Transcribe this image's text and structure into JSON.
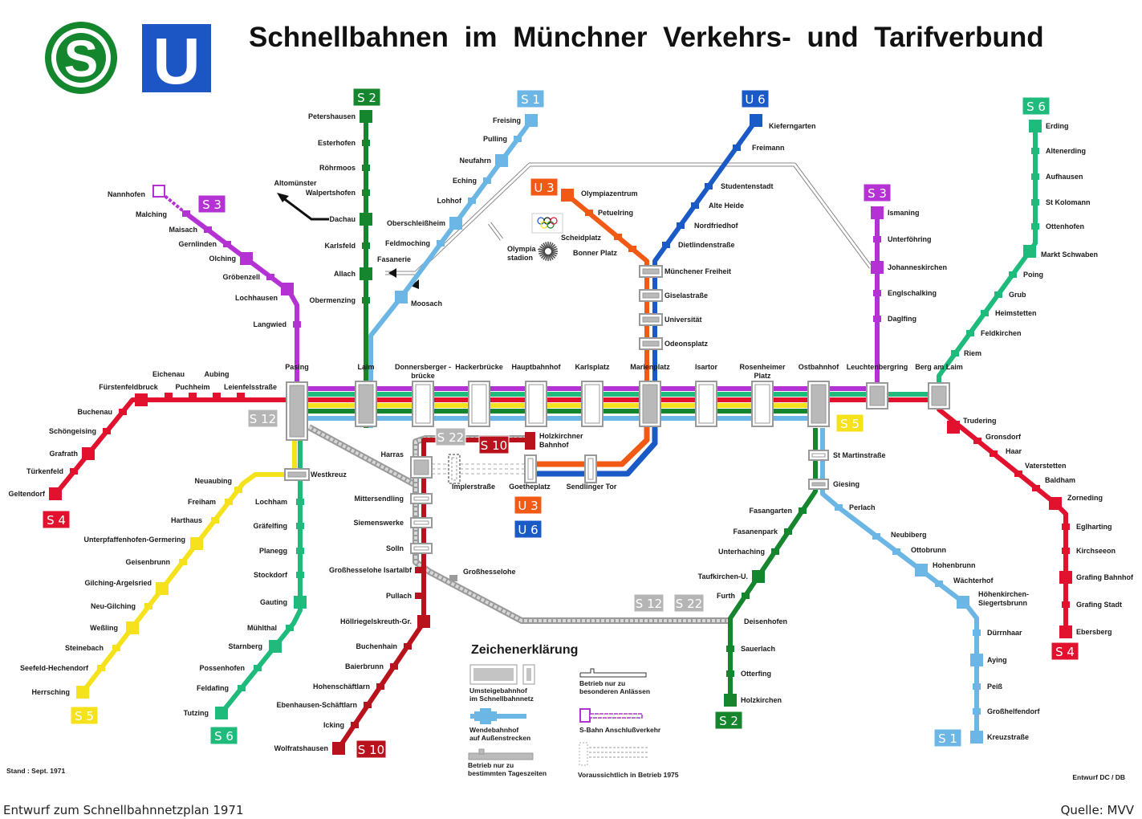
{
  "header": {
    "title": "Schnellbahnen  im  Münchner  Verkehrs- und  Tarifverbund",
    "s_logo": "S",
    "u_logo": "U"
  },
  "colors": {
    "S1": "#6bb6e4",
    "S2": "#15852e",
    "S3": "#b431d4",
    "S4": "#e2122f",
    "S5": "#f6e21c",
    "S6": "#1fbb7c",
    "U3": "#f05a14",
    "U6": "#1a5ac6",
    "S10": "#b8121d",
    "grey": "#a9a9a9"
  },
  "lines": {
    "S1": {
      "label": "S 1",
      "north": [
        "Freising",
        "Pulling",
        "Neufahrn",
        "Eching",
        "Lohhof",
        "Oberschleißheim",
        "Feldmoching",
        "Fasanerie",
        "Moosach"
      ],
      "south": [
        "Perlach",
        "Neubiberg",
        "Ottobrunn",
        "Hohenbrunn",
        "Wächterhof",
        [
          "Höhenkirchen-",
          "Siegertsbrunn"
        ],
        "Dürrnhaar",
        "Aying",
        "Peiß",
        "Großhelfendorf",
        "Kreuzstraße"
      ]
    },
    "S2": {
      "label": "S 2",
      "north": [
        "Petershausen",
        "Esterhofen",
        "Röhrmoos",
        "Walpertshofen",
        "Dachau",
        "Karlsfeld",
        "Allach",
        "Obermenzing"
      ],
      "south": [
        "Fasangarten",
        "Fasanenpark",
        "Unterhaching",
        "Taufkirchen-U.",
        "Furth",
        "Deisenhofen",
        "Sauerlach",
        "Otterfing",
        "Holzkirchen"
      ]
    },
    "S3": {
      "label": "S 3",
      "west": [
        "Langwied",
        "Lochhausen",
        "Gröbenzell",
        "Olching",
        "Gernlinden",
        "Maisach",
        "Malching",
        "Nannhofen"
      ],
      "east": [
        "Daglfing",
        "Englschalking",
        "Johanneskirchen",
        "Unterföhring",
        "Ismaning"
      ]
    },
    "S4": {
      "label": "S 4",
      "west": [
        "Leienfelsstraße",
        "Aubing",
        "Puchheim",
        "Eichenau",
        "Fürstenfeldbruck",
        "Buchenau",
        "Schöngeising",
        "Grafrath",
        "Türkenfeld",
        "Geltendorf"
      ],
      "east": [
        "Trudering",
        "Gronsdorf",
        "Haar",
        "Vaterstetten",
        "Baldham",
        "Zorneding",
        "Eglharting",
        "Kirchseeon",
        "Grafing Bahnhof",
        "Grafing Stadt",
        "Ebersberg"
      ]
    },
    "S5": {
      "label": "S 5",
      "west": [
        "Neuaubing",
        "Freiham",
        "Harthaus",
        "Unterpfaffenhofen-Germering",
        "Geisenbrunn",
        "Gilching-Argelsried",
        "Neu-Gilching",
        "Weßling",
        "Steinebach",
        "Seefeld-Hechendorf",
        "Herrsching"
      ]
    },
    "S6": {
      "label": "S 6",
      "west": [
        "Lochham",
        "Gräfelfing",
        "Planegg",
        "Stockdorf",
        "Gauting",
        "Mühlthal",
        "Starnberg",
        "Possenhofen",
        "Feldafing",
        "Tutzing"
      ],
      "east": [
        "Riem",
        "Feldkirchen",
        "Heimstetten",
        "Grub",
        "Poing",
        "Markt Schwaben",
        "Ottenhofen",
        "St Kolomann",
        "Aufhausen",
        "Altenerding",
        "Erding"
      ]
    },
    "S10": {
      "label": "S 10",
      "south": [
        "Mittersendling",
        "Siemenswerke",
        "Solln",
        "Großhesselohe Isartalbf",
        "Pullach",
        "Höllriegelskreuth-Gr.",
        "Buchenhain",
        "Baierbrunn",
        "Hohenschäftlarn",
        "Ebenhausen-Schäftlarn",
        "Icking",
        "Wolfratshausen"
      ]
    },
    "S12": {
      "label": "S 12",
      "south": [
        "Großhesselohe"
      ]
    },
    "S22": {
      "label": "S 22"
    },
    "U3": {
      "label": "U 3",
      "north": [
        "Bonner Platz",
        "Scheidplatz",
        "Petuelring",
        "Olympiazentrum"
      ],
      "south": [
        "Sendlinger Tor",
        "Goetheplatz",
        "Implerstraße"
      ]
    },
    "U6": {
      "label": "U 6",
      "north": [
        "Dietlindenstraße",
        "Nordfriedhof",
        "Alte Heide",
        "Studentenstadt",
        "Freimann",
        "Kieferngarten"
      ]
    }
  },
  "trunk": [
    "Pasing",
    "Laim",
    [
      "Donnersberger -",
      "brücke"
    ],
    "Hackerbrücke",
    "Hauptbahnhof",
    "Karlsplatz",
    "Marienplatz",
    "Isartor",
    [
      "Rosenheimer",
      "Platz"
    ],
    "Ostbahnhof",
    "Leuchtenbergring",
    "Berg am Laim"
  ],
  "shared": {
    "u_north": [
      "Münchener Freiheit",
      "Giselastraße",
      "Universität",
      "Odeonsplatz"
    ],
    "east": [
      "St Martinstraße",
      "Giesing"
    ],
    "westkreuz": "Westkreuz",
    "harras": "Harras",
    "holzkirchner": [
      "Holzkirchner",
      "Bahnhof"
    ],
    "altomuenster": "Altomünster",
    "olympiastadion": [
      "Olympia -",
      "stadion"
    ]
  },
  "legend": {
    "title": "Zeichenerklärung",
    "items": [
      [
        "Umsteigebahnhof",
        "im Schnellbahnnetz"
      ],
      [
        "Wendebahnhof",
        "auf Außenstrecken"
      ],
      [
        "Betrieb nur zu",
        "bestimmten Tageszeiten"
      ],
      [
        "Betrieb nur zu",
        "besonderen Anlässen"
      ],
      [
        "S-Bahn Anschlußverkehr"
      ],
      [
        "Voraussichtlich in Betrieb 1975"
      ]
    ]
  },
  "stand": "Stand : Sept. 1971",
  "entwurf": "Entwurf DC / DB",
  "footer": {
    "left": "Entwurf zum Schnellbahnnetzplan 1971",
    "right": "Quelle: MVV"
  }
}
